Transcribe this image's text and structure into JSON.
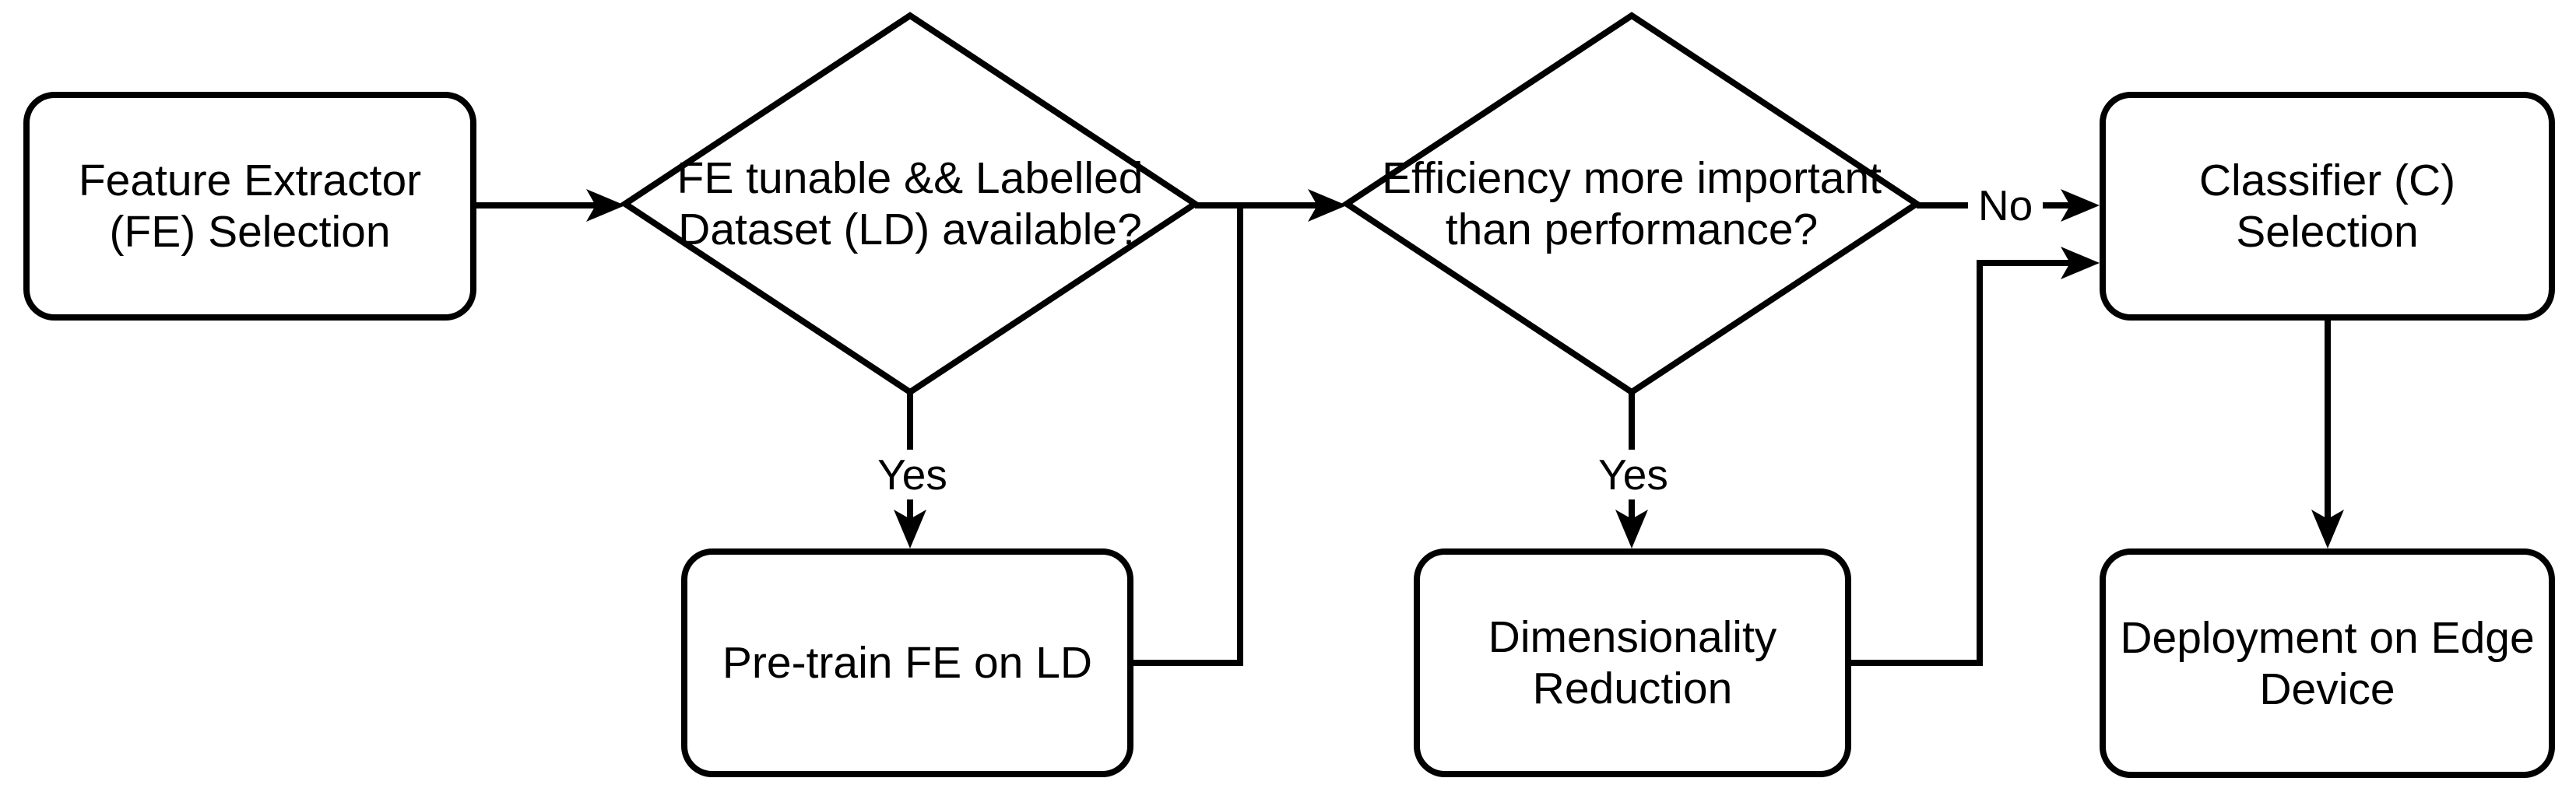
{
  "diagram": {
    "type": "flowchart",
    "background_color": "#ffffff",
    "stroke_color": "#000000",
    "text_color": "#000000"
  },
  "nodes": {
    "feature_extractor_selection": {
      "line1": "Feature Extractor",
      "line2": "(FE) Selection"
    },
    "fe_tunable_decision": {
      "line1": "FE tunable && Labelled",
      "line2": "Dataset (LD) available?"
    },
    "pretrain_fe": {
      "line1": "Pre-train FE on LD"
    },
    "efficiency_decision": {
      "line1": "Efficiency more important",
      "line2": "than performance?"
    },
    "dimensionality_reduction": {
      "line1": "Dimensionality",
      "line2": "Reduction"
    },
    "classifier_selection": {
      "line1": "Classifier (C)",
      "line2": "Selection"
    },
    "deployment_edge_device": {
      "line1": "Deployment on Edge",
      "line2": "Device"
    }
  },
  "edge_labels": {
    "fe_decision_yes": "Yes",
    "efficiency_decision_yes": "Yes",
    "efficiency_decision_no": "No"
  }
}
